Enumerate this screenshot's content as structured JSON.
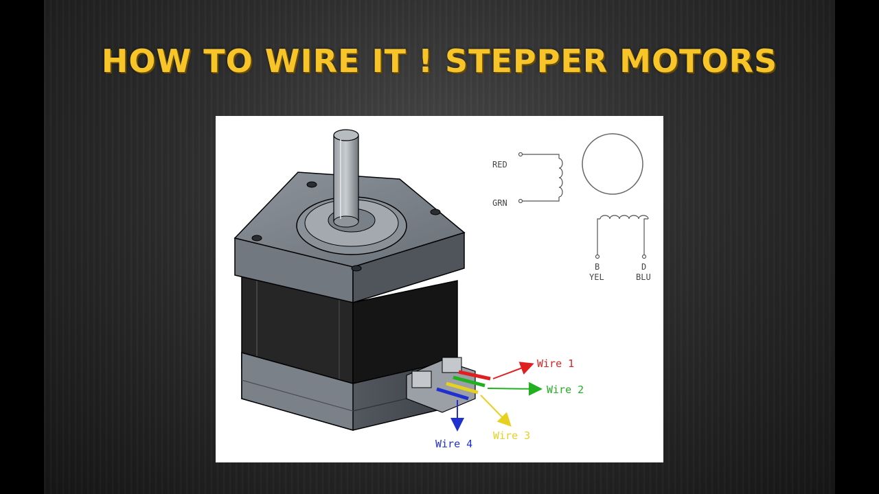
{
  "title": "HOW TO WIRE IT ! STEPPER MOTORS",
  "schematic": {
    "coil_a_top": "RED",
    "coil_a_bottom": "GRN",
    "coil_b_left_pin": "B",
    "coil_b_left_color": "YEL",
    "coil_b_right_pin": "D",
    "coil_b_right_color": "BLU"
  },
  "wires": [
    {
      "label": "Wire 1",
      "color": "#e02020"
    },
    {
      "label": "Wire 2",
      "color": "#20b020"
    },
    {
      "label": "Wire 3",
      "color": "#e8d020"
    },
    {
      "label": "Wire 4",
      "color": "#2030d0"
    }
  ],
  "colors": {
    "title": "#f7c52a",
    "motor_body": "#2b2b2b",
    "motor_cap": "#5a5f66"
  }
}
